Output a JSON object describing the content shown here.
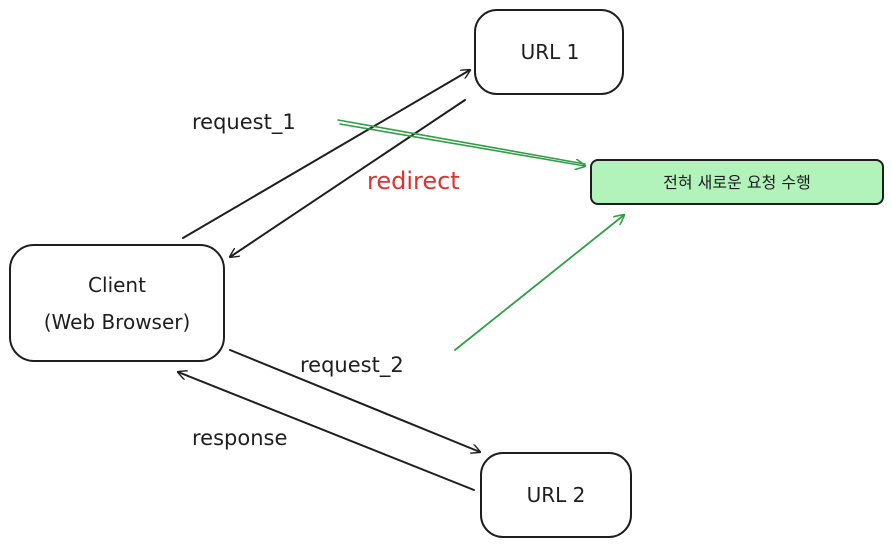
{
  "nodes": {
    "client": {
      "line1": "Client",
      "line2": "(Web Browser)"
    },
    "url1": {
      "label": "URL 1"
    },
    "url2": {
      "label": "URL 2"
    },
    "note": {
      "label": "전혀 새로운 요청 수행"
    }
  },
  "edges": {
    "request_1": "request_1",
    "redirect": "redirect",
    "request_2": "request_2",
    "response": "response"
  },
  "colors": {
    "stroke": "#1e1e1e",
    "green_arrow": "#2f9e44",
    "redirect_text": "#e03131",
    "note_fill": "#b2f2bb"
  }
}
